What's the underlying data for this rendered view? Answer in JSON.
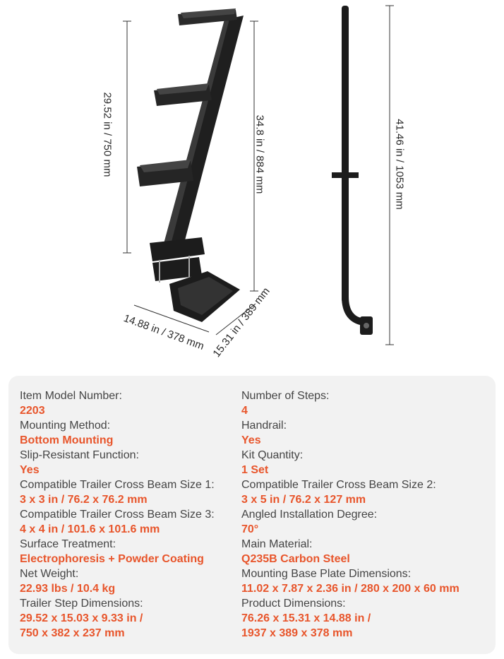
{
  "colors": {
    "accent": "#e8552b",
    "label": "#444444",
    "panel_bg": "#f2f2f2",
    "product": "#1c1c1c"
  },
  "dimensions": {
    "height_steps": "29.52 in / 750 mm",
    "height_total": "34.8 in / 884 mm",
    "handrail_length": "41.46 in / 1053 mm",
    "width": "14.88 in / 378 mm",
    "depth": "15.31 in / 389 mm"
  },
  "specs_left": [
    {
      "label": "Item Model Number:",
      "value": "2203"
    },
    {
      "label": "Mounting Method:",
      "value": "Bottom Mounting"
    },
    {
      "label": "Slip-Resistant Function:",
      "value": "Yes"
    },
    {
      "label": "Compatible Trailer Cross Beam Size 1:",
      "value": "3 x 3 in / 76.2 x 76.2 mm"
    },
    {
      "label": "Compatible Trailer Cross Beam Size 3:",
      "value": "4 x 4 in / 101.6 x 101.6 mm"
    },
    {
      "label": "Surface Treatment:",
      "value": "Electrophoresis + Powder Coating"
    },
    {
      "label": "Net Weight:",
      "value": "22.93 lbs / 10.4 kg"
    },
    {
      "label": "Trailer Step Dimensions:",
      "value": "29.52 x 15.03 x 9.33 in /",
      "value2": "750 x 382 x 237 mm"
    }
  ],
  "specs_right": [
    {
      "label": "Number of Steps:",
      "value": "4"
    },
    {
      "label": "Handrail:",
      "value": "Yes"
    },
    {
      "label": "Kit Quantity:",
      "value": "1 Set"
    },
    {
      "label": "Compatible Trailer Cross Beam Size 2:",
      "value": "3 x 5 in / 76.2 x 127 mm"
    },
    {
      "label": "Angled Installation Degree:",
      "value": "70°"
    },
    {
      "label": "Main Material:",
      "value": "Q235B Carbon Steel"
    },
    {
      "label": "Mounting Base Plate Dimensions:",
      "value": "11.02 x 7.87 x 2.36 in / 280 x 200 x 60 mm"
    },
    {
      "label": "Product Dimensions:",
      "value": "76.26 x 15.31 x 14.88 in /",
      "value2": "1937 x 389 x 378 mm"
    }
  ]
}
